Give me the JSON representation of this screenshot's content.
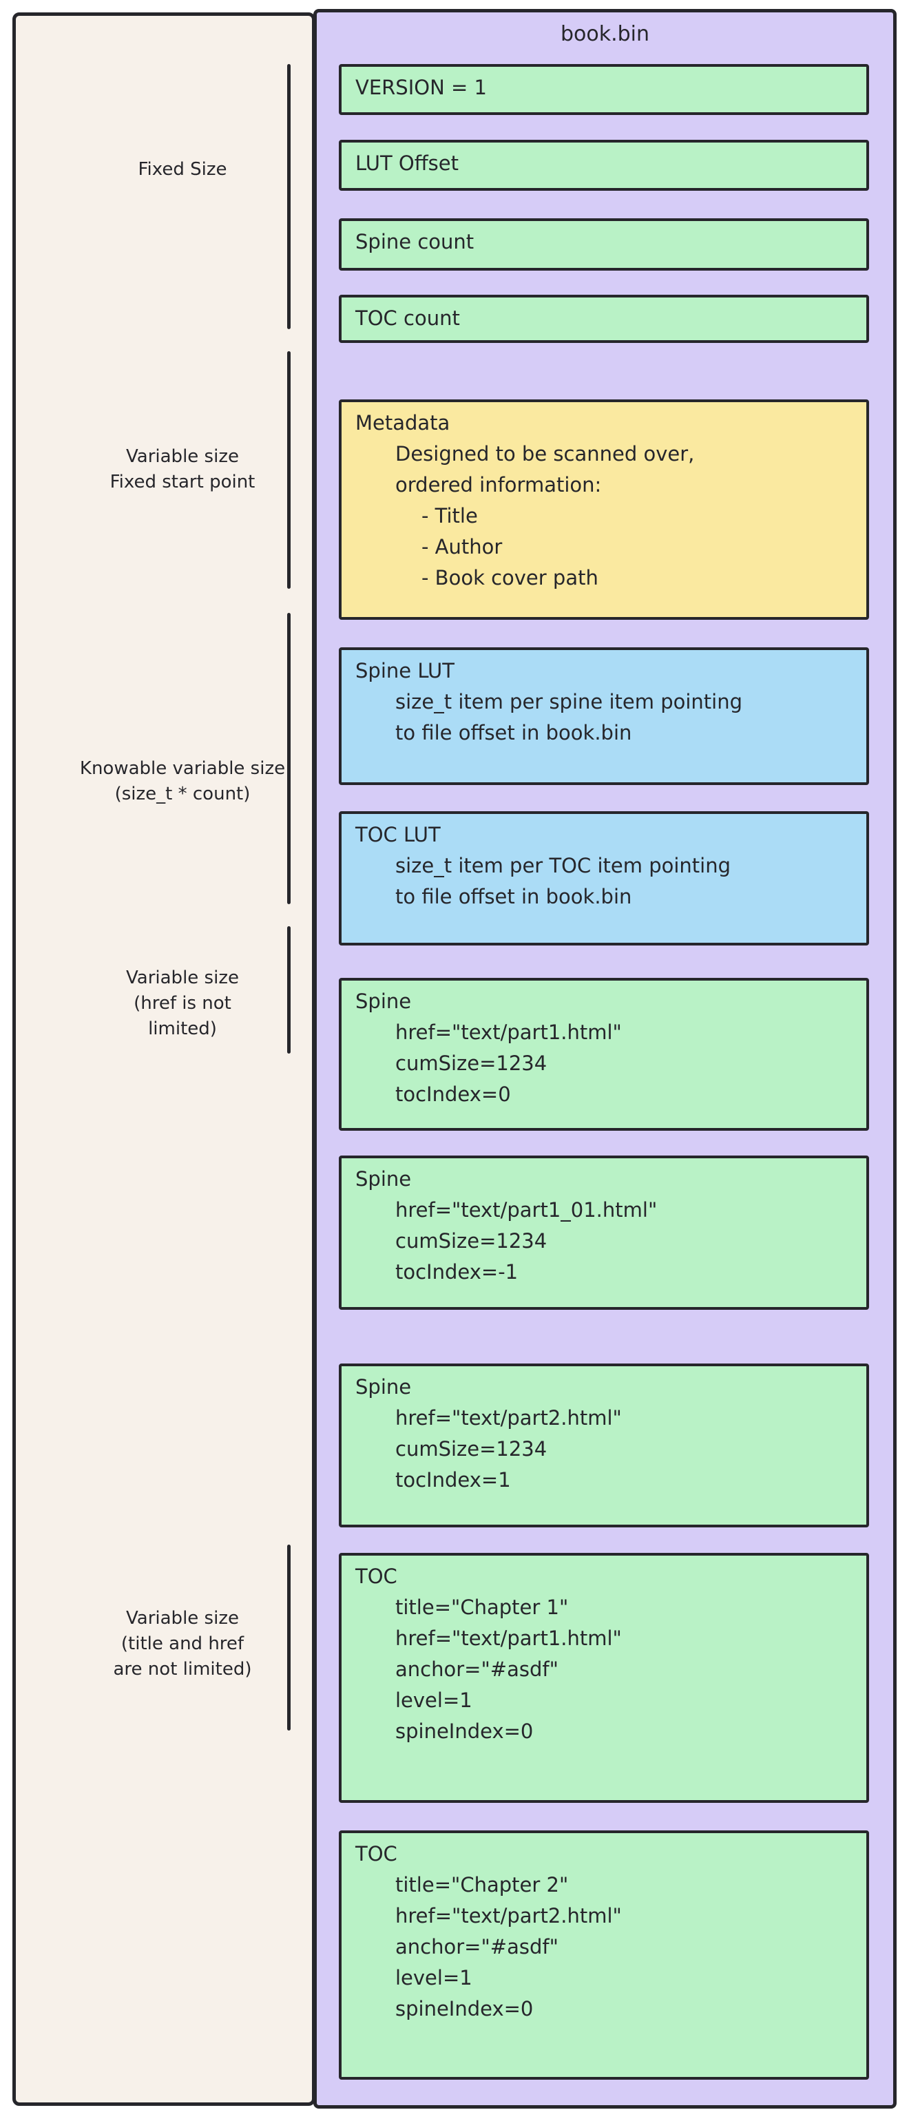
{
  "diagram": {
    "title": "book.bin",
    "colors": {
      "purple": "#d6ccf7",
      "green": "#b9f2c6",
      "blue": "#abdcf6",
      "yellow": "#fae9a0",
      "beige": "#f7f1ea",
      "stroke": "#26262b"
    },
    "labels": [
      {
        "lines": [
          "Fixed Size"
        ]
      },
      {
        "lines": [
          "Variable size",
          "Fixed start point"
        ]
      },
      {
        "lines": [
          "Knowable variable size",
          "(size_t * count)"
        ]
      },
      {
        "lines": [
          "Variable size",
          "(href is not",
          "limited)"
        ]
      },
      {
        "lines": [
          "Variable size",
          "(title and href",
          "are not limited)"
        ]
      }
    ],
    "boxes": [
      {
        "name": "version",
        "lines": [
          "VERSION = 1"
        ]
      },
      {
        "name": "lut-offset",
        "lines": [
          "LUT Offset"
        ]
      },
      {
        "name": "spine-count",
        "lines": [
          "Spine count"
        ]
      },
      {
        "name": "toc-count",
        "lines": [
          "TOC count"
        ]
      },
      {
        "name": "metadata",
        "lines": [
          "Metadata",
          "Designed to be scanned over,",
          "ordered information:",
          "- Title",
          "- Author",
          "- Book cover path"
        ]
      },
      {
        "name": "spine-lut",
        "lines": [
          "Spine LUT",
          "size_t item per spine item pointing",
          "to file offset in book.bin"
        ]
      },
      {
        "name": "toc-lut",
        "lines": [
          "TOC LUT",
          "size_t item per TOC item pointing",
          "to file offset in book.bin"
        ]
      },
      {
        "name": "spine-1",
        "lines": [
          "Spine",
          "href=\"text/part1.html\"",
          "cumSize=1234",
          "tocIndex=0"
        ]
      },
      {
        "name": "spine-2",
        "lines": [
          "Spine",
          "href=\"text/part1_01.html\"",
          "cumSize=1234",
          "tocIndex=-1"
        ]
      },
      {
        "name": "spine-3",
        "lines": [
          "Spine",
          "href=\"text/part2.html\"",
          "cumSize=1234",
          "tocIndex=1"
        ]
      },
      {
        "name": "toc-1",
        "lines": [
          "TOC",
          "title=\"Chapter 1\"",
          "href=\"text/part1.html\"",
          "anchor=\"#asdf\"",
          "level=1",
          "spineIndex=0"
        ]
      },
      {
        "name": "toc-2",
        "lines": [
          "TOC",
          "title=\"Chapter 2\"",
          "href=\"text/part2.html\"",
          "anchor=\"#asdf\"",
          "level=1",
          "spineIndex=0"
        ]
      }
    ]
  }
}
